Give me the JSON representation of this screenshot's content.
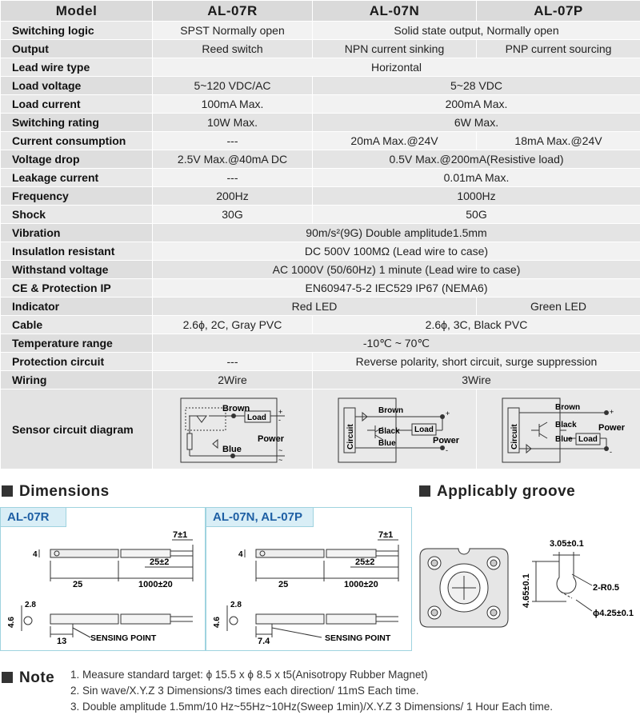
{
  "table": {
    "header": [
      "Model",
      "AL-07R",
      "AL-07N",
      "AL-07P"
    ],
    "rows": [
      {
        "label": "Switching logic",
        "r": "SPST Normally open",
        "np": "Solid state output, Normally open"
      },
      {
        "label": "Output",
        "r": "Reed switch",
        "n": "NPN current sinking",
        "p": "PNP current sourcing"
      },
      {
        "label": "Lead wire type",
        "all": "Horizontal"
      },
      {
        "label": "Load voltage",
        "r": "5~120 VDC/AC",
        "np": "5~28 VDC"
      },
      {
        "label": "Load current",
        "r": "100mA Max.",
        "np": "200mA Max."
      },
      {
        "label": "Switching rating",
        "r": "10W Max.",
        "np": "6W Max."
      },
      {
        "label": "Current consumption",
        "r": "---",
        "n": "20mA Max.@24V",
        "p": "18mA Max.@24V"
      },
      {
        "label": "Voltage drop",
        "r": "2.5V Max.@40mA  DC",
        "np": "0.5V Max.@200mA(Resistive load)"
      },
      {
        "label": "Leakage current",
        "r": "---",
        "np": "0.01mA Max."
      },
      {
        "label": "Frequency",
        "r": "200Hz",
        "np": "1000Hz"
      },
      {
        "label": "Shock",
        "r": "30G",
        "np": "50G"
      },
      {
        "label": "Vibration",
        "all": "90m/s²(9G) Double amplitude1.5mm"
      },
      {
        "label": "Insulatlon resistant",
        "all": "DC 500V 100MΩ  (Lead wire to case)"
      },
      {
        "label": "Withstand voltage",
        "all": "AC 1000V (50/60Hz) 1 minute (Lead wire to case)"
      },
      {
        "label": "CE & Protection IP",
        "all": "EN60947-5-2      IEC529      IP67 (NEMA6)"
      },
      {
        "label": "Indicator",
        "rn": "Red LED",
        "p": "Green LED"
      },
      {
        "label": "Cable",
        "r": "2.6ϕ, 2C, Gray PVC",
        "np": "2.6ϕ, 3C, Black PVC"
      },
      {
        "label": "Temperature range",
        "all": "-10℃ ~ 70℃"
      },
      {
        "label": "Protection circuit",
        "r": "---",
        "np": "Reverse polarity, short circuit, surge suppression"
      },
      {
        "label": "Wiring",
        "r": "2Wire",
        "np": "3Wire"
      }
    ],
    "circuit_label": "Sensor circuit diagram"
  },
  "circuits": {
    "brown": "Brown",
    "blue": "Blue",
    "black": "Black",
    "load": "Load",
    "power": "Power",
    "circuit": "Circuit",
    "plus": "+",
    "minus": "-",
    "tilde": "~"
  },
  "sections": {
    "dimensions": "Dimensions",
    "groove": "Applicably groove",
    "note": "Note"
  },
  "dims": {
    "r_title": "AL-07R",
    "np_title": "AL-07N, AL-07P",
    "d7": "7±1",
    "d4": "4",
    "d25b": "25±2",
    "d25": "25",
    "d1000": "1000±20",
    "d28": "2.8",
    "d46": "4.6",
    "d13": "13",
    "d74": "7.4",
    "sensing": "SENSING POINT"
  },
  "groove": {
    "w": "3.05±0.1",
    "h": "4.65±0.1",
    "r": "2-R0.5",
    "d": "ϕ4.25±0.1"
  },
  "notes": [
    "1. Measure standard target:  ϕ 15.5 x  ϕ 8.5  x t5(Anisotropy Rubber Magnet)",
    "2. Sin wave/X.Y.Z 3 Dimensions/3 times each direction/ 11mS Each time.",
    "3. Double amplitude 1.5mm/10 Hz~55Hz~10Hz(Sweep 1min)/X.Y.Z 3 Dimensions/ 1 Hour Each time."
  ]
}
